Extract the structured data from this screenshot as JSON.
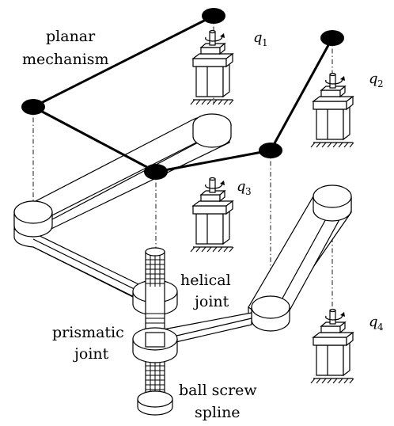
{
  "labels": {
    "planar": "planar",
    "mechanism": "mechanism",
    "helical": "helical",
    "joint_helical": "joint",
    "prismatic": "prismatic",
    "joint_prismatic": "joint",
    "ball_screw": "ball screw",
    "spline": "spline"
  },
  "motors": [
    {
      "var": "q",
      "sub": "1"
    },
    {
      "var": "q",
      "sub": "2"
    },
    {
      "var": "q",
      "sub": "3"
    },
    {
      "var": "q",
      "sub": "4"
    }
  ]
}
